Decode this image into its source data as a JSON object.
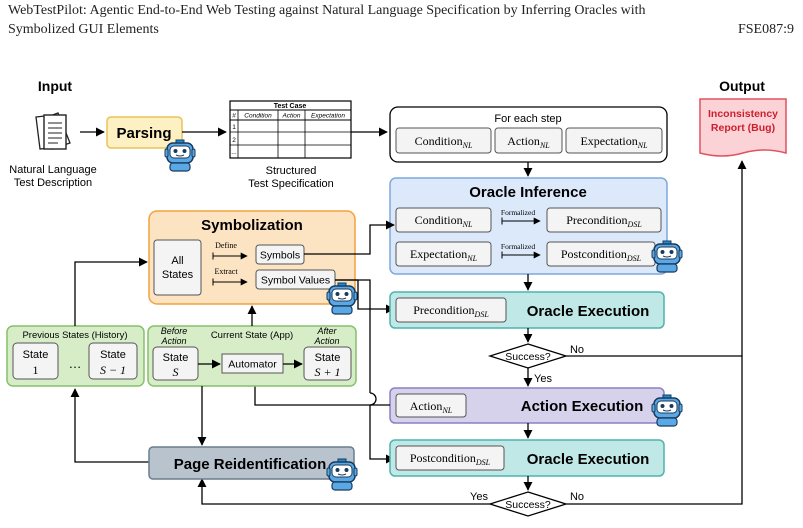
{
  "header": {
    "title_line1": "WebTestPilot: Agentic End-to-End Web Testing against Natural Language Specification by Inferring Oracles with",
    "title_line2": "Symbolized GUI Elements",
    "page_ref": "FSE087:9"
  },
  "diagram": {
    "input_label": "Input",
    "output_label": "Output",
    "nl_desc_line1": "Natural Language",
    "nl_desc_line2": "Test Description",
    "parsing": "Parsing",
    "test_case": {
      "title": "Test Case",
      "col_num": "#",
      "col_condition": "Condition",
      "col_action": "Action",
      "col_expectation": "Expectation",
      "rows": [
        "1",
        "2",
        "..."
      ]
    },
    "structured_line1": "Structured",
    "structured_line2": "Test Specification",
    "for_each_step": "For each step",
    "cond_base": "Condition",
    "action_base": "Action",
    "expect_base": "Expectation",
    "precond_base": "Precondition",
    "postcond_base": "Postcondition",
    "sub_nl": "NL",
    "sub_dsl": "DSL",
    "formalized": "Formalized",
    "oracle_inference": "Oracle Inference",
    "symbolization": "Symbolization",
    "all": "All",
    "states": "States",
    "define": "Define",
    "extract": "Extract",
    "symbols": "Symbols",
    "symbol_values": "Symbol Values",
    "oracle_execution": "Oracle Execution",
    "action_execution": "Action Execution",
    "previous_states": "Previous States (History)",
    "current_state": "Current State (App)",
    "before_line1": "Before",
    "before_line2": "Action",
    "after_line1": "After",
    "after_line2": "Action",
    "state": "State",
    "state_1": "1",
    "state_s": "S",
    "state_s_minus_1": "S − 1",
    "state_s_plus_1": "S + 1",
    "ellipsis": "…",
    "automator": "Automator",
    "success_q": "Success?",
    "yes": "Yes",
    "no": "No",
    "page_reidentification": "Page Reidentification",
    "inconsistency_line1": "Inconsistency",
    "inconsistency_line2": "Report (Bug)"
  },
  "colors": {
    "parsing_fill": "#fdf1c4",
    "parsing_stroke": "#e8c25a",
    "oracle_inference_fill": "#dce9fa",
    "oracle_inference_stroke": "#7fa7dc",
    "symbolization_fill": "#fce3c2",
    "symbolization_stroke": "#f2a240",
    "oracle_exec_fill": "#bfe8e6",
    "oracle_exec_stroke": "#4fb3ad",
    "action_exec_fill": "#d6d2ec",
    "action_exec_stroke": "#8a80c4",
    "state_fill": "#d7edc8",
    "state_stroke": "#86c06a",
    "page_reid_fill": "#b9c3cd",
    "page_reid_stroke": "#6c7c8c",
    "report_fill": "#fbd3d6",
    "report_stroke": "#e0525e",
    "report_text": "#cc1f2e"
  },
  "icons": [
    "document-stack-icon",
    "robot-icon"
  ]
}
